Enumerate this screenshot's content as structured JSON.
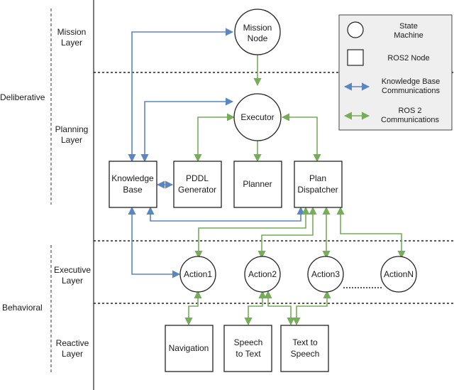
{
  "layers": {
    "deliberative": "Deliberative",
    "behavioral": "Behavioral",
    "mission": [
      "Mission",
      "Layer"
    ],
    "planning": [
      "Planning",
      "Layer"
    ],
    "executive": [
      "Executive",
      "Layer"
    ],
    "reactive": [
      "Reactive",
      "Layer"
    ]
  },
  "nodes": {
    "mission_node": [
      "Mission",
      "Node"
    ],
    "executor": "Executor",
    "knowledge_base": [
      "Knowledge",
      "Base"
    ],
    "pddl_generator": [
      "PDDL",
      "Generator"
    ],
    "planner": "Planner",
    "plan_dispatcher": [
      "Plan",
      "Dispatcher"
    ],
    "action1": "Action1",
    "action2": "Action2",
    "action3": "Action3",
    "actionN": "ActionN",
    "navigation": "Navigation",
    "speech_to_text": [
      "Speech",
      "to Text"
    ],
    "text_to_speech": [
      "Text to",
      "Speech"
    ]
  },
  "legend": {
    "state_machine": [
      "State",
      "Machine"
    ],
    "ros2_node": "ROS2 Node",
    "kb_comm": [
      "Knowledge Base",
      "Communications"
    ],
    "ros2_comm": [
      "ROS 2",
      "Communications"
    ]
  },
  "colors": {
    "blue": "#5b86c0",
    "green": "#76ac5a",
    "legend_bg": "#efefef"
  }
}
